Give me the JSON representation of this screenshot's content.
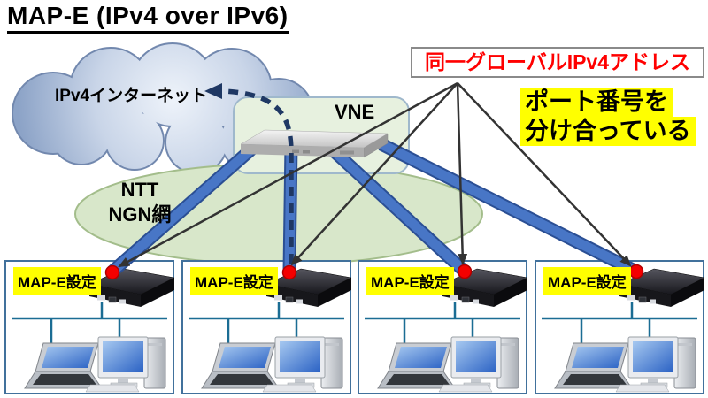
{
  "title": "MAP-E (IPv4 over IPv6)",
  "cloud": {
    "label": "IPv4インターネット"
  },
  "vne": {
    "label": "VNE"
  },
  "ngn": {
    "line1": "NTT",
    "line2": "NGN網"
  },
  "callouts": {
    "global_ip": "同一グローバルIPv4アドレス",
    "port_line1": "ポート番号を",
    "port_line2": "分け合っている"
  },
  "sites": [
    {
      "label": "MAP-E設定"
    },
    {
      "label": "MAP-E設定"
    },
    {
      "label": "MAP-E設定"
    },
    {
      "label": "MAP-E設定"
    }
  ],
  "icons": {
    "vne_router": "carrier-router-device",
    "cpe_router": "home-router-device",
    "laptop": "laptop-computer",
    "desktop": "desktop-computer",
    "red_dot": "shared-global-ip-marker",
    "dashed_arrow": "ipv4-traffic-arrow",
    "pipes": "ipv6-tunnel-links"
  },
  "colors": {
    "pipe_blue": "#4472C4",
    "pipe_edge": "#2B4F94",
    "dash_navy": "#1F3864",
    "highlight_yellow": "#FFFF00",
    "alert_red": "#FF0000",
    "lan_teal": "#1b6d94",
    "site_border": "#41719C",
    "vne_green": "#E7F1DF",
    "ngn_green": "#D8E7CA",
    "cloud_blue": "#8CA3C7"
  }
}
